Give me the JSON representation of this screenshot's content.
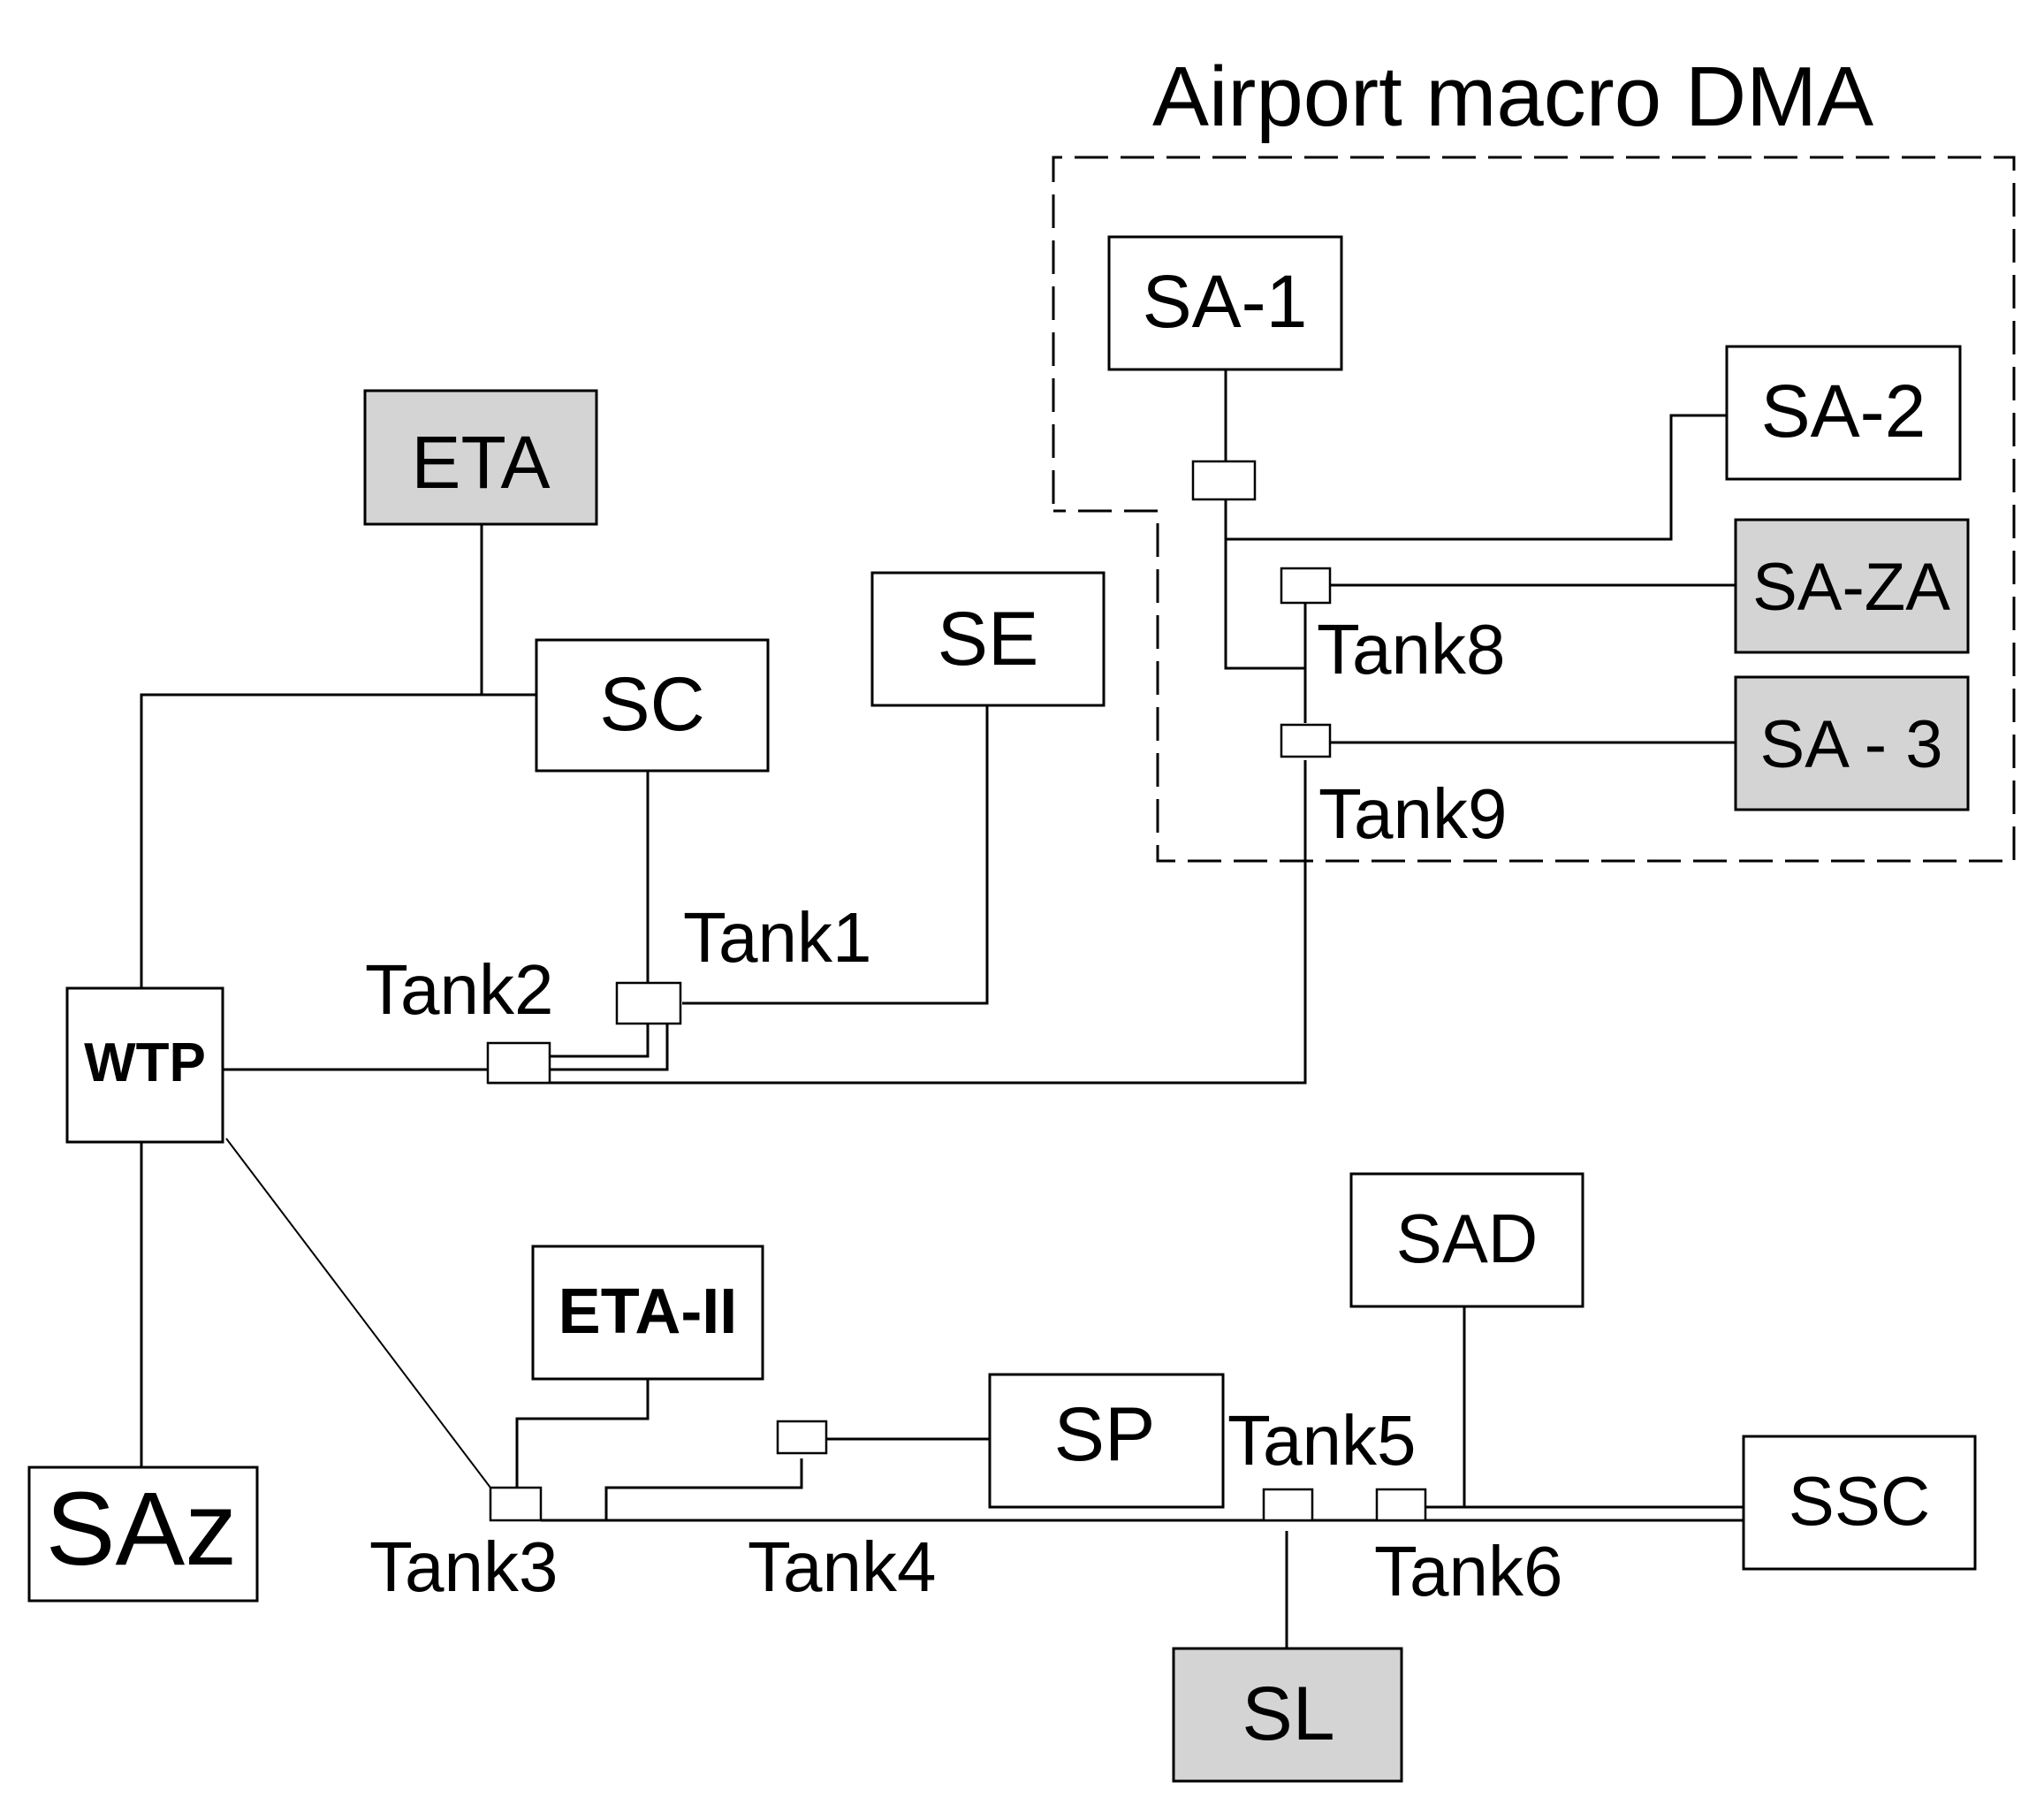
{
  "title": "Airport macro DMA",
  "colors": {
    "background": "#ffffff",
    "line": "#000000",
    "box_fill": "#ffffff",
    "shaded_fill": "#d4d4d4"
  },
  "nodes": {
    "eta": {
      "label": "ETA",
      "shaded": true
    },
    "sc": {
      "label": "SC",
      "shaded": false
    },
    "se": {
      "label": "SE",
      "shaded": false
    },
    "wtp": {
      "label": "WTP",
      "shaded": false
    },
    "saz": {
      "label": "SAz",
      "shaded": false
    },
    "sa1": {
      "label": "SA-1",
      "shaded": false
    },
    "sa2": {
      "label": "SA-2",
      "shaded": false
    },
    "saza": {
      "label": "SA-ZA",
      "shaded": true
    },
    "sa3": {
      "label": "SA - 3",
      "shaded": true
    },
    "etaii": {
      "label": "ETA-II",
      "shaded": false
    },
    "sp": {
      "label": "SP",
      "shaded": false
    },
    "sad": {
      "label": "SAD",
      "shaded": false
    },
    "ssc": {
      "label": "SSC",
      "shaded": false
    },
    "sl": {
      "label": "SL",
      "shaded": true
    }
  },
  "tanks": {
    "tank1": "Tank1",
    "tank2": "Tank2",
    "tank3": "Tank3",
    "tank4": "Tank4",
    "tank5": "Tank5",
    "tank6": "Tank6",
    "tank8": "Tank8",
    "tank9": "Tank9"
  }
}
